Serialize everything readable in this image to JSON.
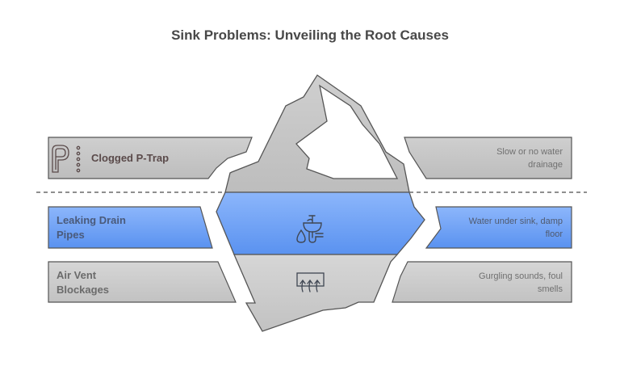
{
  "title": "Sink Problems: Unveiling the Root Causes",
  "colors": {
    "gray_fill": "#c8c8c8",
    "blue_fill": "#6fa2f5",
    "stroke": "#555555",
    "tip_fill": "#ffffff"
  },
  "rows": [
    {
      "cause": "Clogged P-Trap",
      "symptom": "Slow or no water drainage",
      "symptom_lines": [
        "Slow or no water",
        "drainage"
      ],
      "icon": "p-trap-icon",
      "zone": "above-water"
    },
    {
      "cause": "Leaking Drain Pipes",
      "cause_lines": [
        "Leaking Drain",
        "Pipes"
      ],
      "symptom": "Water under sink, damp floor",
      "symptom_lines": [
        "Water under sink, damp",
        "floor"
      ],
      "icon": "sink-leak-icon",
      "zone": "waterline"
    },
    {
      "cause": "Air Vent Blockages",
      "cause_lines": [
        "Air Vent",
        "Blockages"
      ],
      "symptom": "Gurgling sounds, foul smells",
      "symptom_lines": [
        "Gurgling sounds, foul",
        "smells"
      ],
      "icon": "air-vent-icon",
      "zone": "below-water"
    }
  ]
}
